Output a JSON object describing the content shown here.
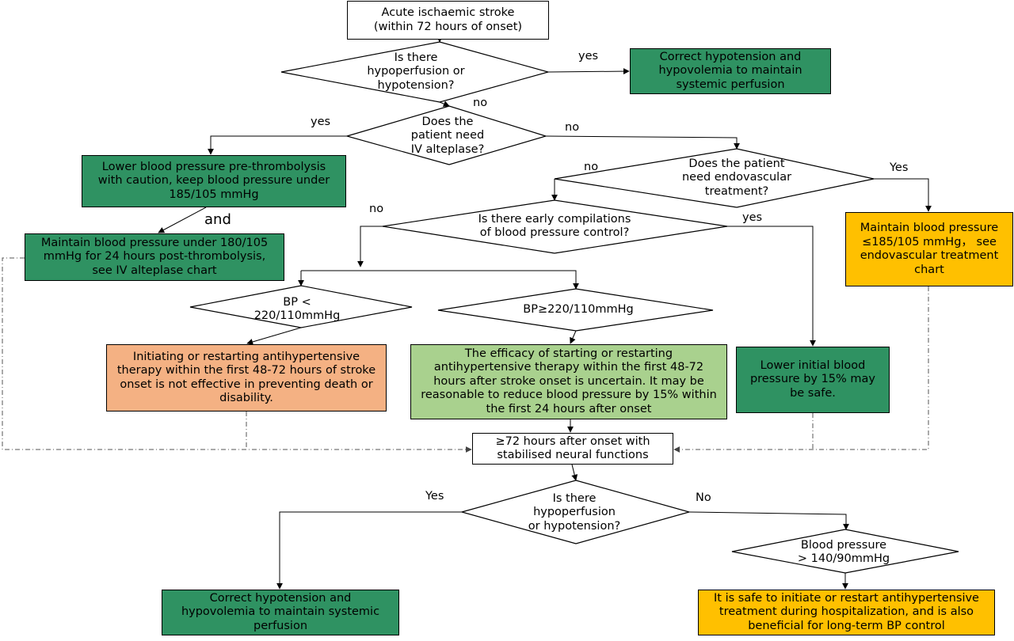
{
  "nodes": {
    "start": "Acute ischaemic stroke\n(within 72 hours of onset)",
    "q_hypo1": "Is there\nhypoperfusion or\nhypotension?",
    "correct_hypo1": "Correct hypotension and\nhypovolemia to maintain\nsystemic perfusion",
    "q_alteplase": "Does the\npatient need\nIV alteplase?",
    "lower_pre": "Lower blood pressure pre-thrombolysis\nwith caution, keep blood pressure under\n185/105 mmHg",
    "maintain_180": "Maintain blood pressure under 180/105\nmmHg for 24 hours post-thrombolysis,\nsee IV alteplase chart",
    "q_endo": "Does the patient\nneed endovascular\ntreatment?",
    "maintain_185": "Maintain blood pressure\n≤185/105 mmHg， see\nendovascular treatment\nchart",
    "q_early": "Is there early compilations\nof blood pressure control?",
    "q_bp_low": "BP <\n220/110mmHg",
    "q_bp_high": "BP≥220/110mmHg",
    "not_effective": "Initiating or restarting antihypertensive\ntherapy within the first 48-72 hours of stroke\nonset is not effective in preventing death or\ndisability.",
    "efficacy": "The efficacy of starting or restarting\nantihypertensive therapy within the first 48-72\nhours after stroke onset is uncertain. It may be\nreasonable to reduce blood pressure by 15% within\nthe first 24 hours after onset",
    "lower_15": "Lower initial blood\npressure by 15% may\nbe safe.",
    "after72": "≥72 hours after onset with\nstabilised neural functions",
    "q_hypo2": "Is there\nhypoperfusion\nor hypotension?",
    "correct_hypo2": "Correct hypotension and\nhypovolemia to maintain systemic\nperfusion",
    "q_bp140": "Blood pressure\n> 140/90mmHg",
    "safe_initiate": "It is safe to initiate or restart antihypertensive\ntreatment during hospitalization, and is also\nbeneficial for long-term BP control"
  },
  "labels": {
    "yes_hypo1": "yes",
    "no_hypo1": "no",
    "yes_alteplase": "yes",
    "no_alteplase": "no",
    "and": "and",
    "no_endo": "no",
    "yes_endo": "Yes",
    "no_early": "no",
    "yes_early": "yes",
    "yes_hypo2": "Yes",
    "no_hypo2": "No"
  },
  "colors": {
    "dark_green": "#2f9262",
    "light_green": "#a9d18e",
    "yellow": "#ffc000",
    "salmon": "#f4b183",
    "line": "#000000",
    "dashed_line": "#555555"
  }
}
